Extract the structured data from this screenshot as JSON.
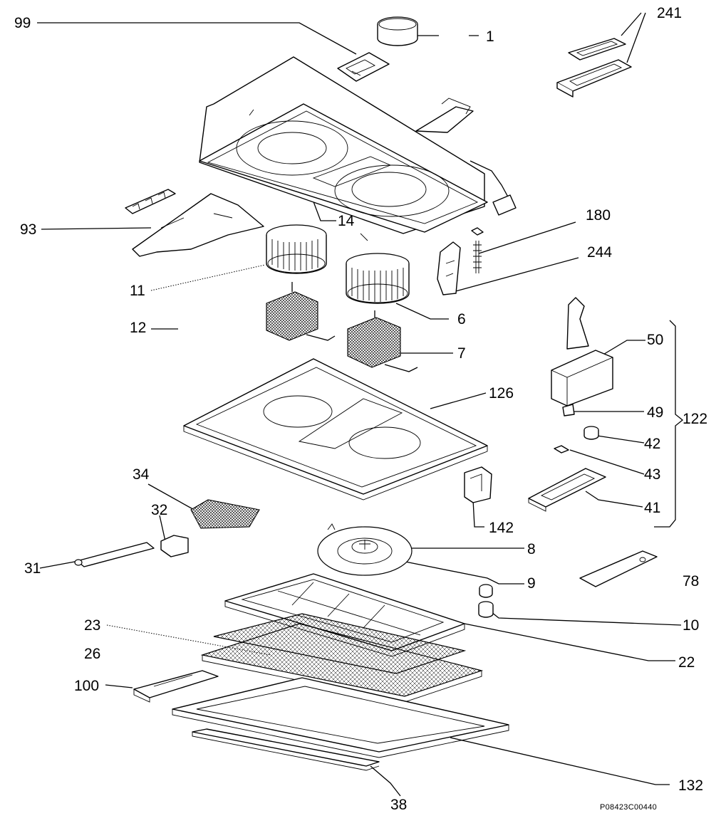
{
  "diagram": {
    "labels": {
      "l99": "99",
      "l1": "1",
      "l241": "241",
      "l93": "93",
      "l14": "14",
      "l180": "180",
      "l244": "244",
      "l11": "11",
      "l12": "12",
      "l6": "6",
      "l7": "7",
      "l50": "50",
      "l49": "49",
      "l122": "122",
      "l126": "126",
      "l42": "42",
      "l43": "43",
      "l34": "34",
      "l41": "41",
      "l32": "32",
      "l142": "142",
      "l31": "31",
      "l8": "8",
      "l9": "9",
      "l78": "78",
      "l10": "10",
      "l23": "23",
      "l26": "26",
      "l22": "22",
      "l100": "100",
      "l132": "132",
      "l38": "38"
    },
    "drawing_code": "P08423C00440"
  }
}
